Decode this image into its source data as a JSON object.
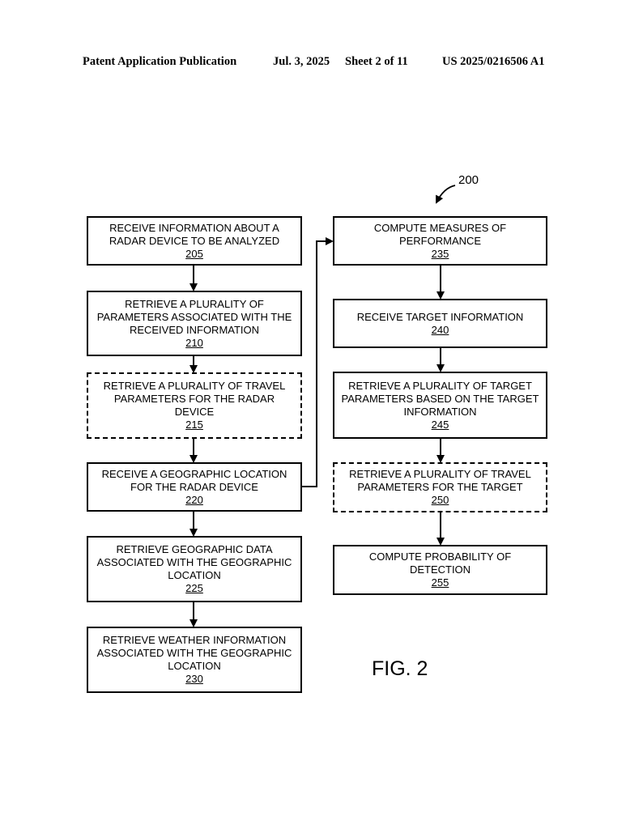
{
  "header": {
    "publication": "Patent Application Publication",
    "date": "Jul. 3, 2025",
    "sheet": "Sheet 2 of 11",
    "number": "US 2025/0216506 A1"
  },
  "figure": {
    "label": "FIG. 2",
    "reference": "200"
  },
  "steps": [
    {
      "id": "205",
      "lines": [
        "RECEIVE INFORMATION ABOUT A",
        "RADAR DEVICE TO BE ANALYZED"
      ],
      "ref": "205",
      "dashed": false
    },
    {
      "id": "210",
      "lines": [
        "RETRIEVE A PLURALITY OF",
        "PARAMETERS ASSOCIATED WITH THE",
        "RECEIVED INFORMATION"
      ],
      "ref": "210",
      "dashed": false
    },
    {
      "id": "215",
      "lines": [
        "RETRIEVE A PLURALITY OF TRAVEL",
        "PARAMETERS FOR THE RADAR",
        "DEVICE"
      ],
      "ref": "215",
      "dashed": true
    },
    {
      "id": "220",
      "lines": [
        "RECEIVE A GEOGRAPHIC LOCATION",
        "FOR THE RADAR DEVICE"
      ],
      "ref": "220",
      "dashed": false
    },
    {
      "id": "225",
      "lines": [
        "RETRIEVE GEOGRAPHIC DATA",
        "ASSOCIATED WITH THE GEOGRAPHIC",
        "LOCATION"
      ],
      "ref": "225",
      "dashed": false
    },
    {
      "id": "230",
      "lines": [
        "RETRIEVE WEATHER INFORMATION",
        "ASSOCIATED WITH THE GEOGRAPHIC",
        "LOCATION"
      ],
      "ref": "230",
      "dashed": false
    },
    {
      "id": "235",
      "lines": [
        "COMPUTE MEASURES OF",
        "PERFORMANCE"
      ],
      "ref": "235",
      "dashed": false
    },
    {
      "id": "240",
      "lines": [
        "RECEIVE TARGET INFORMATION"
      ],
      "ref": "240",
      "dashed": false
    },
    {
      "id": "245",
      "lines": [
        "RETRIEVE A PLURALITY OF TARGET",
        "PARAMETERS BASED ON THE TARGET",
        "INFORMATION"
      ],
      "ref": "245",
      "dashed": false
    },
    {
      "id": "250",
      "lines": [
        "RETRIEVE A PLURALITY OF TRAVEL",
        "PARAMETERS FOR THE TARGET"
      ],
      "ref": "250",
      "dashed": true
    },
    {
      "id": "255",
      "lines": [
        "COMPUTE PROBABILITY OF",
        "DETECTION"
      ],
      "ref": "255",
      "dashed": false
    }
  ]
}
